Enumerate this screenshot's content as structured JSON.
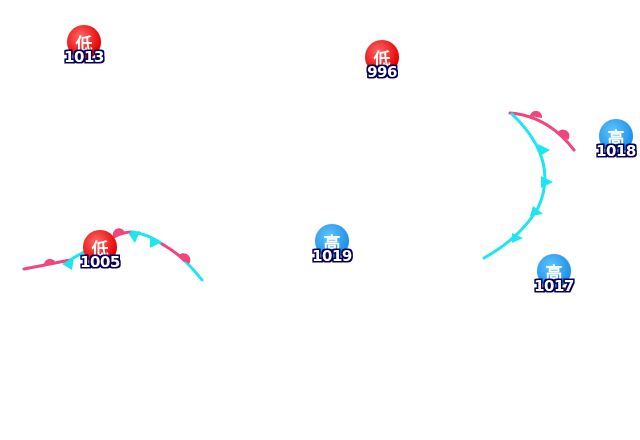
{
  "map": {
    "colors": {
      "low": "#e60000",
      "high": "#1e90e6",
      "warm_front": "#f0457d",
      "cold_front": "#1ee6f0",
      "label_outline": "#06005a"
    },
    "pressure_centers": [
      {
        "type": "low",
        "symbol": "低",
        "pressure": "1013"
      },
      {
        "type": "low",
        "symbol": "低",
        "pressure": "996"
      },
      {
        "type": "low",
        "symbol": "低",
        "pressure": "1005"
      },
      {
        "type": "high",
        "symbol": "高",
        "pressure": "1019"
      },
      {
        "type": "high",
        "symbol": "高",
        "pressure": "1018"
      },
      {
        "type": "high",
        "symbol": "高",
        "pressure": "1017"
      }
    ],
    "fronts": [
      {
        "name": "occluded-front-west",
        "kind": "stationary"
      },
      {
        "name": "front-east",
        "kind": "stationary"
      }
    ]
  }
}
